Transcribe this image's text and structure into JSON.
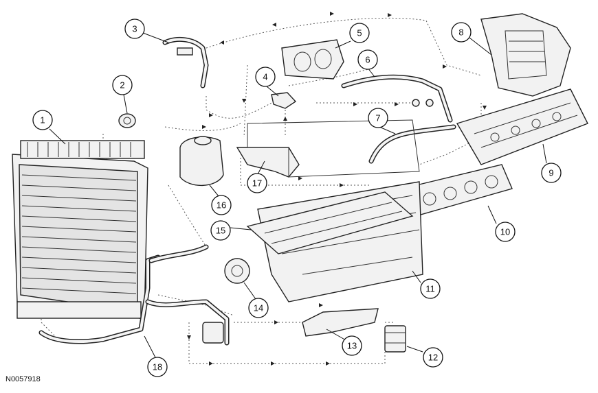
{
  "figure_id": "N0057918",
  "callouts": [
    {
      "number": "1"
    },
    {
      "number": "2"
    },
    {
      "number": "3"
    },
    {
      "number": "4"
    },
    {
      "number": "5"
    },
    {
      "number": "6"
    },
    {
      "number": "7"
    },
    {
      "number": "8"
    },
    {
      "number": "9"
    },
    {
      "number": "10"
    },
    {
      "number": "11"
    },
    {
      "number": "12"
    },
    {
      "number": "13"
    },
    {
      "number": "14"
    },
    {
      "number": "15"
    },
    {
      "number": "16"
    },
    {
      "number": "17"
    },
    {
      "number": "18"
    }
  ]
}
